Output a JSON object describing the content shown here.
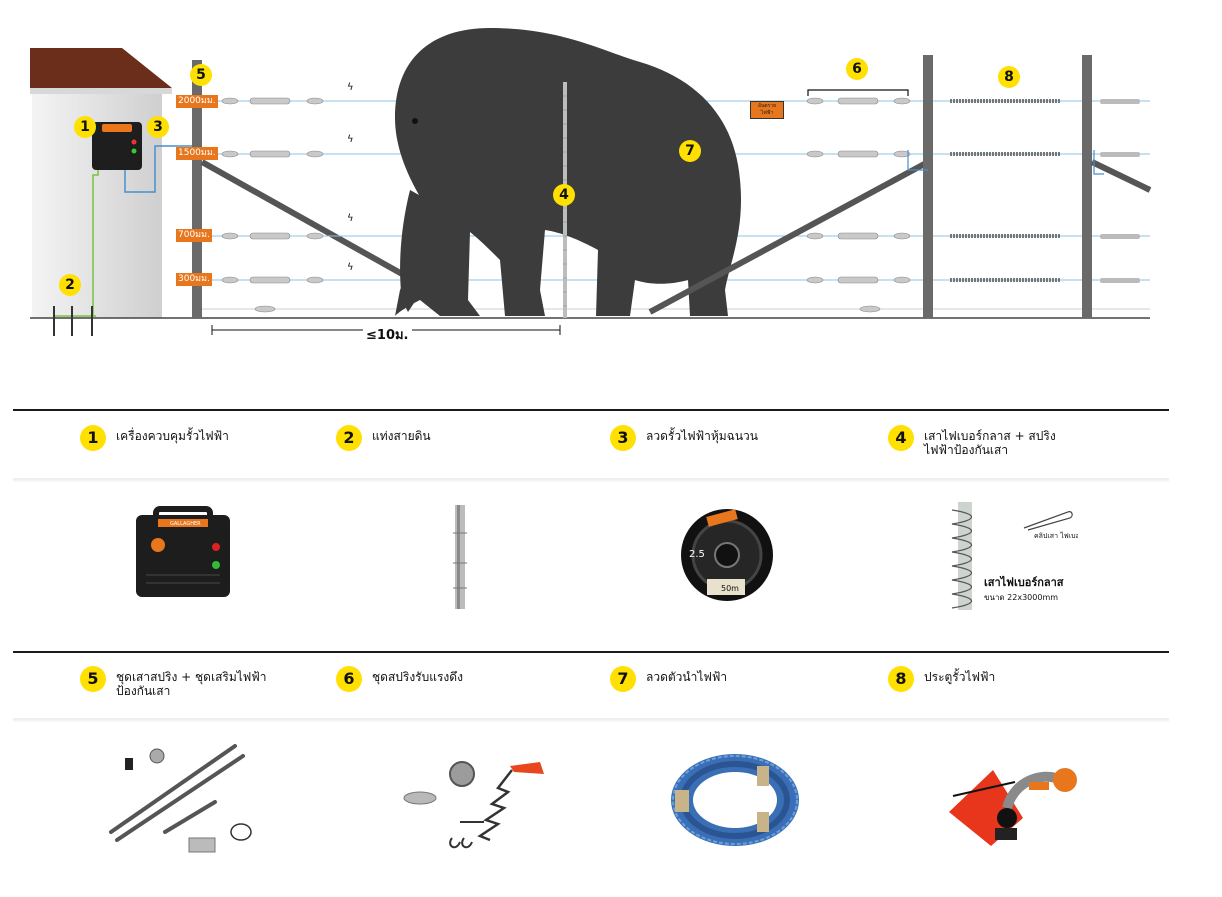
{
  "diagram": {
    "badges": [
      "1",
      "2",
      "3",
      "4",
      "5",
      "6",
      "7",
      "8"
    ],
    "heights": [
      "2000มม.",
      "1500มม.",
      "700มม.",
      "300มม."
    ],
    "bolt": "ϟ",
    "distance": "≤10ม.",
    "sign_text": "อันตรายไฟฟ้า"
  },
  "colors": {
    "accent": "#ffe000",
    "label": "#e8761c",
    "wire": "#8ec3e6",
    "ground": "#7ac142",
    "roof": "#6b2e1a",
    "post": "#6a6a6a",
    "elephant": "#3c3c3c"
  },
  "legend": [
    {
      "num": "1",
      "name": "เครื่องควบคุมรั้วไฟฟ้า",
      "icon": "energizer-icon"
    },
    {
      "num": "2",
      "name": "แท่งสายดิน",
      "icon": "ground-rod-icon"
    },
    {
      "num": "3",
      "name": "ลวดรั้วไฟฟ้าหุ้มฉนวน",
      "icon": "insulated-cable-reel-icon"
    },
    {
      "num": "4",
      "name": "เสาไฟเบอร์กลาส + สปริงไฟฟ้าป้องกันเสา",
      "icon": "fiberglass-post-icon"
    },
    {
      "num": "5",
      "name": "ชุดเสาสปริง + ชุดเสริมไฟฟ้าป้องกันเสา",
      "icon": "spring-post-kit-icon"
    },
    {
      "num": "6",
      "name": "ชุดสปริงรับแรงดึง",
      "icon": "tension-spring-icon"
    },
    {
      "num": "7",
      "name": "ลวดตัวนำไฟฟ้า",
      "icon": "wire-coil-icon"
    },
    {
      "num": "8",
      "name": "ประตูรั้วไฟฟ้า",
      "icon": "gate-handle-icon"
    }
  ],
  "product_text": {
    "energizer_brand": "GALLAGHER",
    "reel_size": "2.5",
    "reel_length": "50m",
    "clip_label": "คลิปเสา ไฟเบอร์กลาส",
    "post_label": "เสาไฟเบอร์กลาส",
    "post_size": "ขนาด 22x3000mm"
  }
}
